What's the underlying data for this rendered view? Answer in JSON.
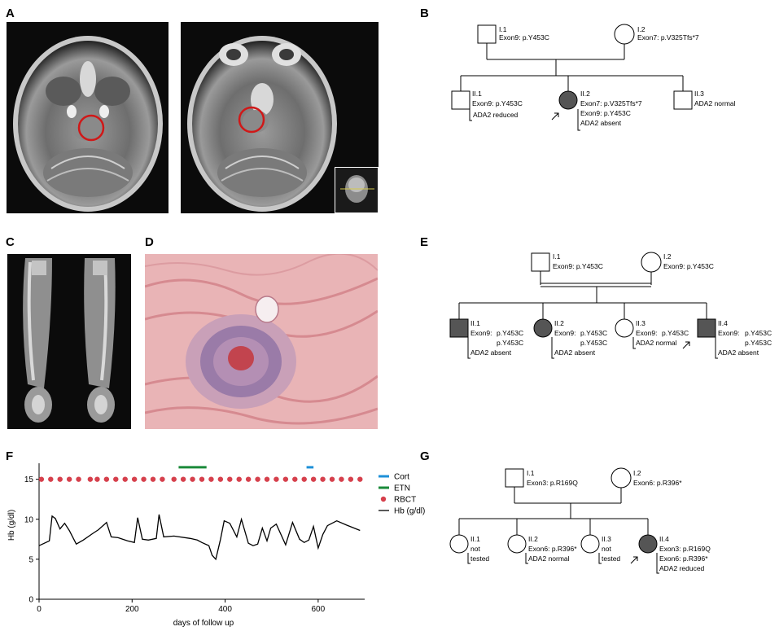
{
  "panels": {
    "A": "A",
    "B": "B",
    "C": "C",
    "D": "D",
    "E": "E",
    "F": "F",
    "G": "G"
  },
  "pedigree_B": {
    "I1": {
      "id": "I.1",
      "l1": "Exon9:  p.Y453C"
    },
    "I2": {
      "id": "I.2",
      "l1": "Exon7:  p.V325Tfs*7"
    },
    "II1": {
      "id": "II.1",
      "l1": "Exon9:  p.Y453C",
      "l2": "ADA2   reduced"
    },
    "II2": {
      "id": "II.2",
      "l1": "Exon7:   p.V325Tfs*7",
      "l2": "Exon9:  p.Y453C",
      "l3": "ADA2    absent"
    },
    "II3": {
      "id": "II.3",
      "l1": "ADA2      normal"
    }
  },
  "pedigree_E": {
    "I1": {
      "id": "I.1",
      "l1": "Exon9:  p.Y453C"
    },
    "I2": {
      "id": "I.2",
      "l1": "Exon9:  p.Y453C"
    },
    "II1": {
      "id": "II.1",
      "l1": "Exon9:",
      "l1b": "p.Y453C",
      "l2": "p.Y453C",
      "l3": "ADA2    absent"
    },
    "II2": {
      "id": "II.2",
      "l1": "Exon9:",
      "l1b": "p.Y453C",
      "l2": "p.Y453C",
      "l3": "ADA2    absent"
    },
    "II3": {
      "id": "II.3",
      "l1": "Exon9:",
      "l1b": "p.Y453C",
      "l2": "ADA2    normal"
    },
    "II4": {
      "id": "II.4",
      "l1": "Exon9:",
      "l1b": "p.Y453C",
      "l2": "p.Y453C",
      "l3": "ADA2    absent"
    }
  },
  "pedigree_G": {
    "I1": {
      "id": "I.1",
      "l1": "Exon3:  p.R169Q"
    },
    "I2": {
      "id": "I.2",
      "l1": "Exon6:  p.R396*"
    },
    "II1": {
      "id": "II.1",
      "l1": "not",
      "l2": "tested"
    },
    "II2": {
      "id": "II.2",
      "l1": "Exon6:   p.R396*",
      "l2": "ADA2    normal"
    },
    "II3": {
      "id": "II.3",
      "l1": "not",
      "l2": "tested"
    },
    "II4": {
      "id": "II.4",
      "l1": "Exon3:    p.R169Q",
      "l2": "Exon6:    p.R396*",
      "l3": "ADA2     reduced"
    }
  },
  "colors": {
    "cort": "#1e90d8",
    "etn": "#1a8a3a",
    "rbct": "#d6404c",
    "hb": "#000000",
    "affected": "#555555"
  },
  "chart_data": {
    "type": "line",
    "xlabel": "days of follow up",
    "ylabel": "Hb (g/dl)",
    "xlim": [
      0,
      700
    ],
    "ylim": [
      0,
      17
    ],
    "xticks": [
      0,
      200,
      400,
      600
    ],
    "yticks": [
      0,
      5,
      10,
      15
    ],
    "legend_position": "right",
    "series": [
      {
        "name": "Hb (g/dl)",
        "x": [
          0,
          22,
          28,
          35,
          45,
          55,
          65,
          80,
          95,
          115,
          128,
          145,
          155,
          170,
          190,
          205,
          212,
          222,
          235,
          252,
          258,
          268,
          290,
          325,
          340,
          350,
          365,
          372,
          380,
          390,
          398,
          410,
          425,
          435,
          450,
          460,
          470,
          480,
          490,
          498,
          510,
          530,
          545,
          560,
          570,
          580,
          590,
          600,
          610,
          620,
          640,
          660,
          690
        ],
        "y": [
          6.7,
          7.3,
          10.4,
          10.1,
          8.8,
          9.5,
          8.6,
          6.9,
          7.4,
          8.2,
          8.7,
          9.6,
          7.8,
          7.7,
          7.3,
          7.1,
          10.2,
          7.5,
          7.4,
          7.6,
          10.6,
          7.8,
          7.9,
          7.6,
          7.4,
          7.1,
          6.7,
          5.5,
          5,
          7.5,
          9.8,
          9.5,
          7.8,
          10,
          7,
          6.7,
          6.9,
          8.9,
          7.3,
          8.9,
          9.4,
          6.8,
          9.6,
          7.5,
          7.1,
          7.4,
          9.1,
          6.4,
          8.1,
          9.2,
          9.8,
          9.3,
          8.6
        ]
      },
      {
        "name": "RBCT",
        "x": [
          5,
          25,
          45,
          65,
          85,
          110,
          125,
          145,
          165,
          185,
          205,
          225,
          245,
          265,
          290,
          310,
          330,
          350,
          370,
          390,
          410,
          430,
          450,
          470,
          490,
          510,
          530,
          550,
          570,
          590,
          610,
          630,
          650,
          670,
          690
        ],
        "y": [
          15,
          15,
          15,
          15,
          15,
          15,
          15,
          15,
          15,
          15,
          15,
          15,
          15,
          15,
          15,
          15,
          15,
          15,
          15,
          15,
          15,
          15,
          15,
          15,
          15,
          15,
          15,
          15,
          15,
          15,
          15,
          15,
          15,
          15,
          15
        ]
      },
      {
        "name": "ETN",
        "x": [
          300,
          360
        ],
        "y": [
          16.5,
          16.5
        ]
      },
      {
        "name": "Cort",
        "x": [
          575,
          590
        ],
        "y": [
          16.5,
          16.5
        ]
      }
    ]
  }
}
